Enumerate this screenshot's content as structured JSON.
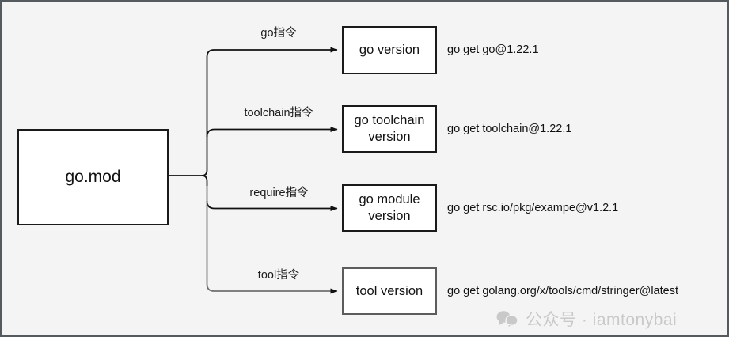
{
  "diagram": {
    "background_color": "#f4f4f4",
    "border_color": "#555a5e",
    "root": {
      "label": "go.mod"
    },
    "branches": [
      {
        "edge_label": "go指令",
        "node_label": "go version",
        "command": "go get go@1.22.1"
      },
      {
        "edge_label": "toolchain指令",
        "node_label": "go toolchain version",
        "command": "go get toolchain@1.22.1"
      },
      {
        "edge_label": "require指令",
        "node_label": "go module version",
        "command": "go get rsc.io/pkg/exampe@v1.2.1"
      },
      {
        "edge_label": "tool指令",
        "node_label": "tool version",
        "command": "go get golang.org/x/tools/cmd/stringer@latest"
      }
    ]
  },
  "watermark": {
    "text": "公众号 · iamtonybai",
    "icon": "wechat-icon",
    "color": "#c9c9c9"
  }
}
